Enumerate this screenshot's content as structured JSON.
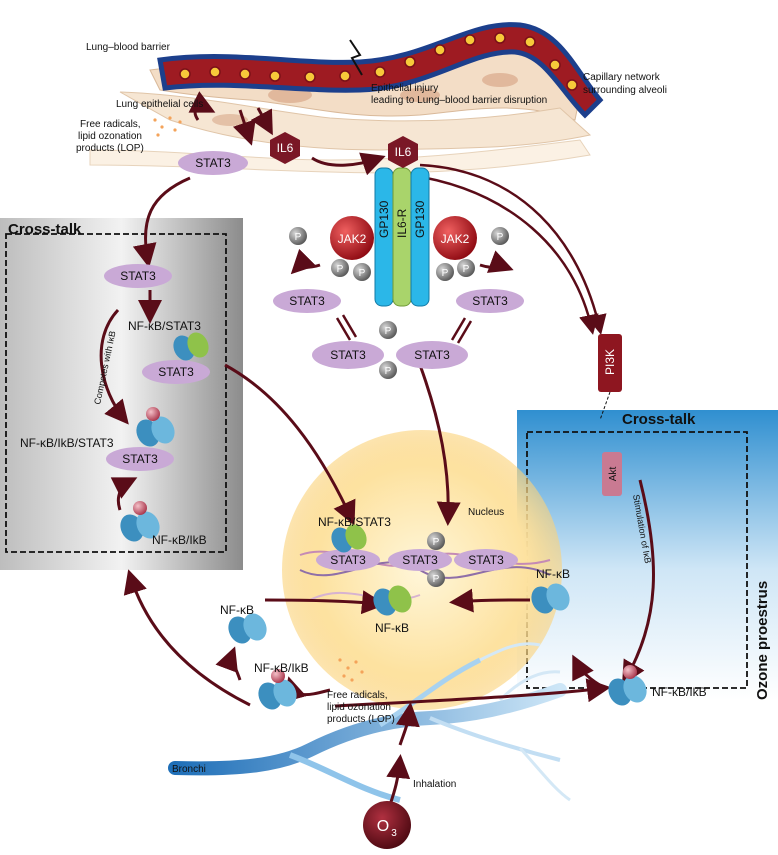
{
  "labels": {
    "lung_blood_barrier": "Lung–blood barrier",
    "capillary_1": "Capillary network",
    "capillary_2": "surrounding alveoli",
    "epithelial_injury_1": "Epithelial injury",
    "epithelial_injury_2": "leading to Lung–blood barrier disruption",
    "lung_epithelial_cells": "Lung epithelial cells",
    "free_radicals_top_1": "Free radicals,",
    "free_radicals_top_2": "lipid ozonation",
    "free_radicals_top_3": "products (LOP)",
    "free_radicals_bottom_1": "Free radicals,",
    "free_radicals_bottom_2": "lipid ozonation",
    "free_radicals_bottom_3": "products (LOP)",
    "bronchi": "Bronchi",
    "inhalation": "Inhalation",
    "o3_main": "O",
    "o3_sub": "3",
    "nucleus": "Nucleus",
    "ozone_proestrus": "Ozone proestrus",
    "competes": "Competes with IκB",
    "stimulation": "Stimulation of IκB"
  },
  "proteins": {
    "il6_a": "IL6",
    "il6_b": "IL6",
    "stat3": "STAT3",
    "gp130": "GP130",
    "il6r": "IL6-R",
    "jak2": "JAK2",
    "p": "P",
    "pi3k": "PI3K",
    "akt": "Akt",
    "nfkb": "NF-κB",
    "nfkb_ikb": "NF-κB/IkB",
    "nfkb_stat3": "NF-κB/STAT3",
    "nfkb_ikb_stat3": "NF-κB/IkB/STAT3"
  },
  "panels": {
    "crosstalk_left": "Cross-talk",
    "crosstalk_right": "Cross-talk"
  },
  "colors": {
    "arrow": "#6b0f1e",
    "stat3": "#c9a9d6",
    "il6": "#7a1726",
    "jak2": "#b5121b",
    "gp130": "#2bb7e8",
    "il6r": "#a9d46b",
    "nucleus": "#fbd989",
    "nfkb": "#3c8fbf"
  }
}
